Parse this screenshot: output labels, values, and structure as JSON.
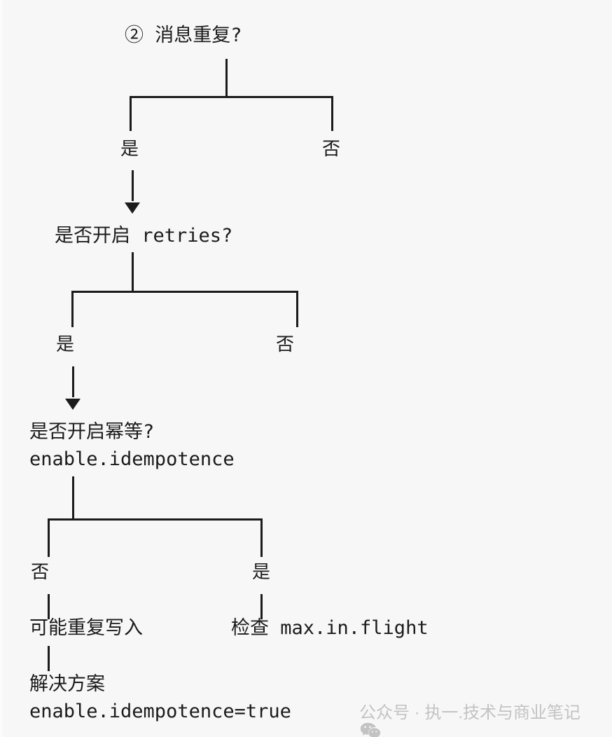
{
  "diagram": {
    "title_node": "② 消息重复?",
    "nodes": {
      "retries_question": "是否开启 retries?",
      "idempotence_question_line1": "是否开启幂等?",
      "idempotence_question_line2": "enable.idempotence",
      "duplicate_write_outcome": "可能重复写入",
      "check_max_in_flight_outcome": "检查 max.in.flight",
      "solution_line1": "解决方案",
      "solution_line2": "enable.idempotence=true"
    },
    "branch_labels": {
      "b1_yes": "是",
      "b1_no": "否",
      "b2_yes": "是",
      "b2_no": "否",
      "b3_no": "否",
      "b3_yes": "是"
    },
    "colors": {
      "background": "#f7f7f7",
      "ink": "#1b1b1b",
      "watermark": "#c3c3c3"
    }
  },
  "watermark": {
    "icon": "wechat-icon",
    "text": "公众号 · 执一.技术与商业笔记"
  }
}
